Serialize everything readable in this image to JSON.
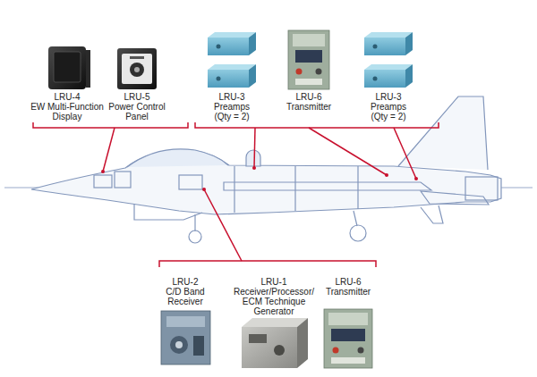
{
  "diagram": {
    "labels": [
      "LRU-4",
      "EW Multi-Function Display",
      "LRU-5",
      "Power Control Panel",
      "LRU-3",
      "Preamps (Qty = 2)",
      "LRU-6",
      "Transmitter",
      "LRU-3",
      "Preamps (Qty = 2)",
      "LRU-2",
      "C/D Band Receiver",
      "LRU-1",
      "Receiver/Processor/ ECM Technique Generator",
      "LRU-6",
      "Transmitter"
    ]
  }
}
